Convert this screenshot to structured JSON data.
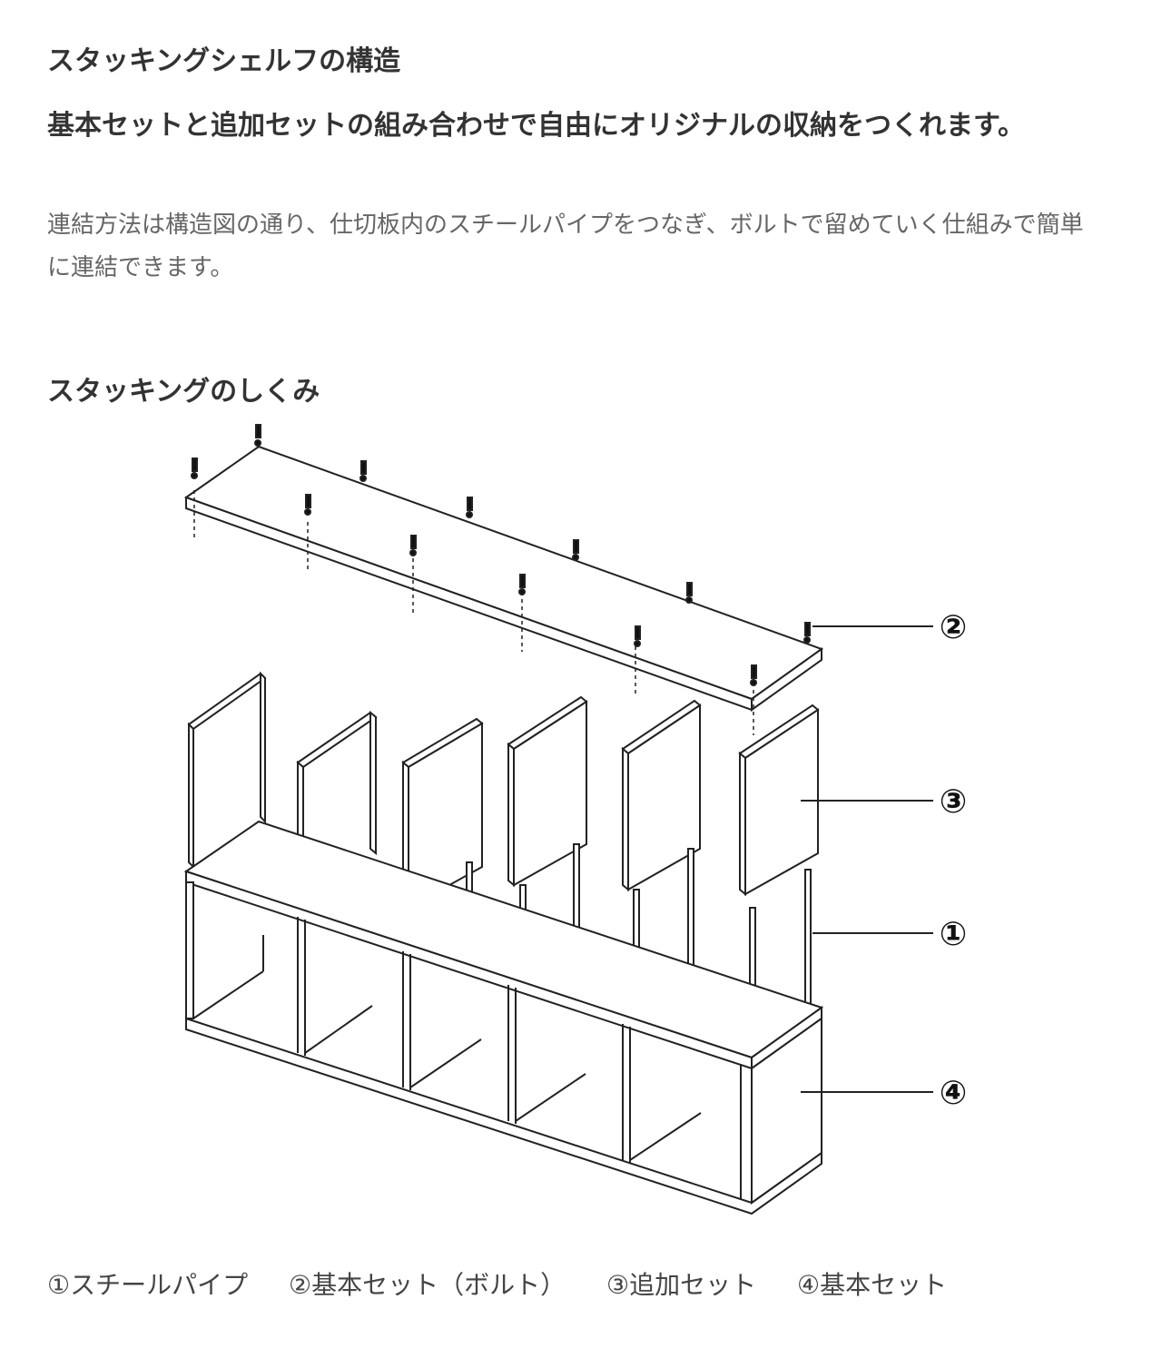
{
  "header": {
    "title": "スタッキングシェルフの構造",
    "lead": "基本セットと追加セットの組み合わせで自由にオリジナルの収納をつくれます。",
    "body": "連結方法は構造図の通り、仕切板内のスチールパイプをつなぎ、ボルトで留めていく仕組みで簡単に連結できます。"
  },
  "section": {
    "title": "スタッキングのしくみ"
  },
  "diagram": {
    "labels": [
      "①",
      "②",
      "③",
      "④"
    ]
  },
  "legend": {
    "items": [
      "①スチールパイプ",
      "②基本セット（ボルト）",
      "③追加セット",
      "④基本セット"
    ]
  }
}
